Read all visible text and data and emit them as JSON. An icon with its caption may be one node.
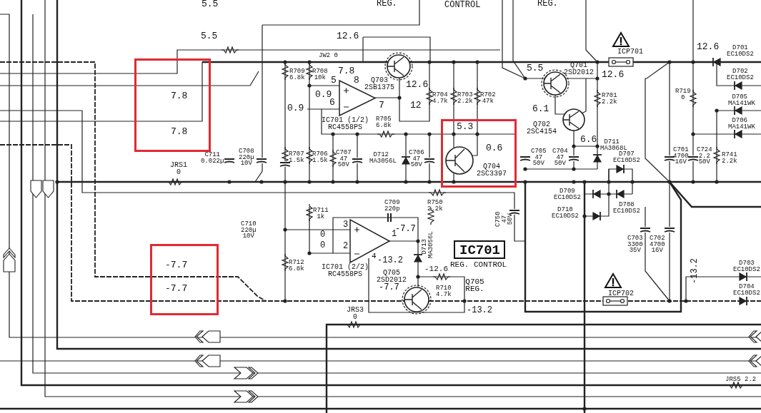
{
  "diagram": {
    "nodes": [
      {
        "text": [
          "7.8",
          "7.8"
        ]
      },
      {
        "text": [
          "5.3",
          "0.6",
          "Q704 2SC3397"
        ]
      },
      {
        "text": [
          "-7.7",
          "-7.7"
        ]
      },
      {
        "text": [
          "IC701"
        ],
        "beside": [
          "REG. CONTROL"
        ]
      }
    ],
    "labels": [
      "5.5",
      "REG.",
      "CONTROL",
      "REG.",
      "5.5",
      "12.6",
      "ICP701",
      "12.6",
      "D701 EC10DS2",
      "JW2 0",
      "R709 6.8k",
      "R708 10k",
      "7.8",
      "5",
      "8",
      "Q703 2SB1375",
      "12.6",
      "5.5",
      "Q701 2SD2012",
      "12.6",
      "D702 EC10DS2",
      "0.9",
      "R704 4.7k",
      "R703 2.2k",
      "R702 47k",
      "R719 0",
      "R701 2.2k",
      "D705 MA141WK",
      "7",
      "12",
      "0.9",
      "6",
      "6.1",
      "IC701 (1/2) RC4558PS",
      "R705 6.8k",
      "Q702 2SC4154",
      "D706 MA141WK",
      "6.6",
      "D711 MA3068L",
      "C711 0.022µ",
      "C708 220µ 10V",
      "R707 1.5k",
      "R706 1.5k",
      "C707 47 50V",
      "D712 MA3056L",
      "C706 47 50V",
      "C705 47 50V",
      "C704 47 50V",
      "D707 EC10DS2",
      "C701 4700 16V",
      "C724 2.2 50V",
      "R741 2.2k",
      "JRS1 0",
      "D709 EC10DS2",
      "C709 220p",
      "R750 2.2k",
      "C750 47 50V",
      "R711 1k",
      "D710 EC10DS2",
      "D708 EC10DS2",
      "C710 220µ 10V",
      "3",
      "-7.7",
      "0",
      "1",
      "C703 3300 35V",
      "C702 4700 16V",
      "0",
      "2",
      "D713 MA3056L",
      "4",
      "-13.2",
      "R712 6.8k",
      "IC701 (2/2) RC4558PS",
      "-12.6",
      "-13.2",
      "D703 EC10DS2",
      "Q705 2SD2012",
      "Q705 REG.",
      "D704 EC10DS2",
      "-7.7",
      "R710 4.7k",
      "ICP702",
      "-13.2",
      "JRS3 0",
      "JRS5 2.2"
    ]
  }
}
